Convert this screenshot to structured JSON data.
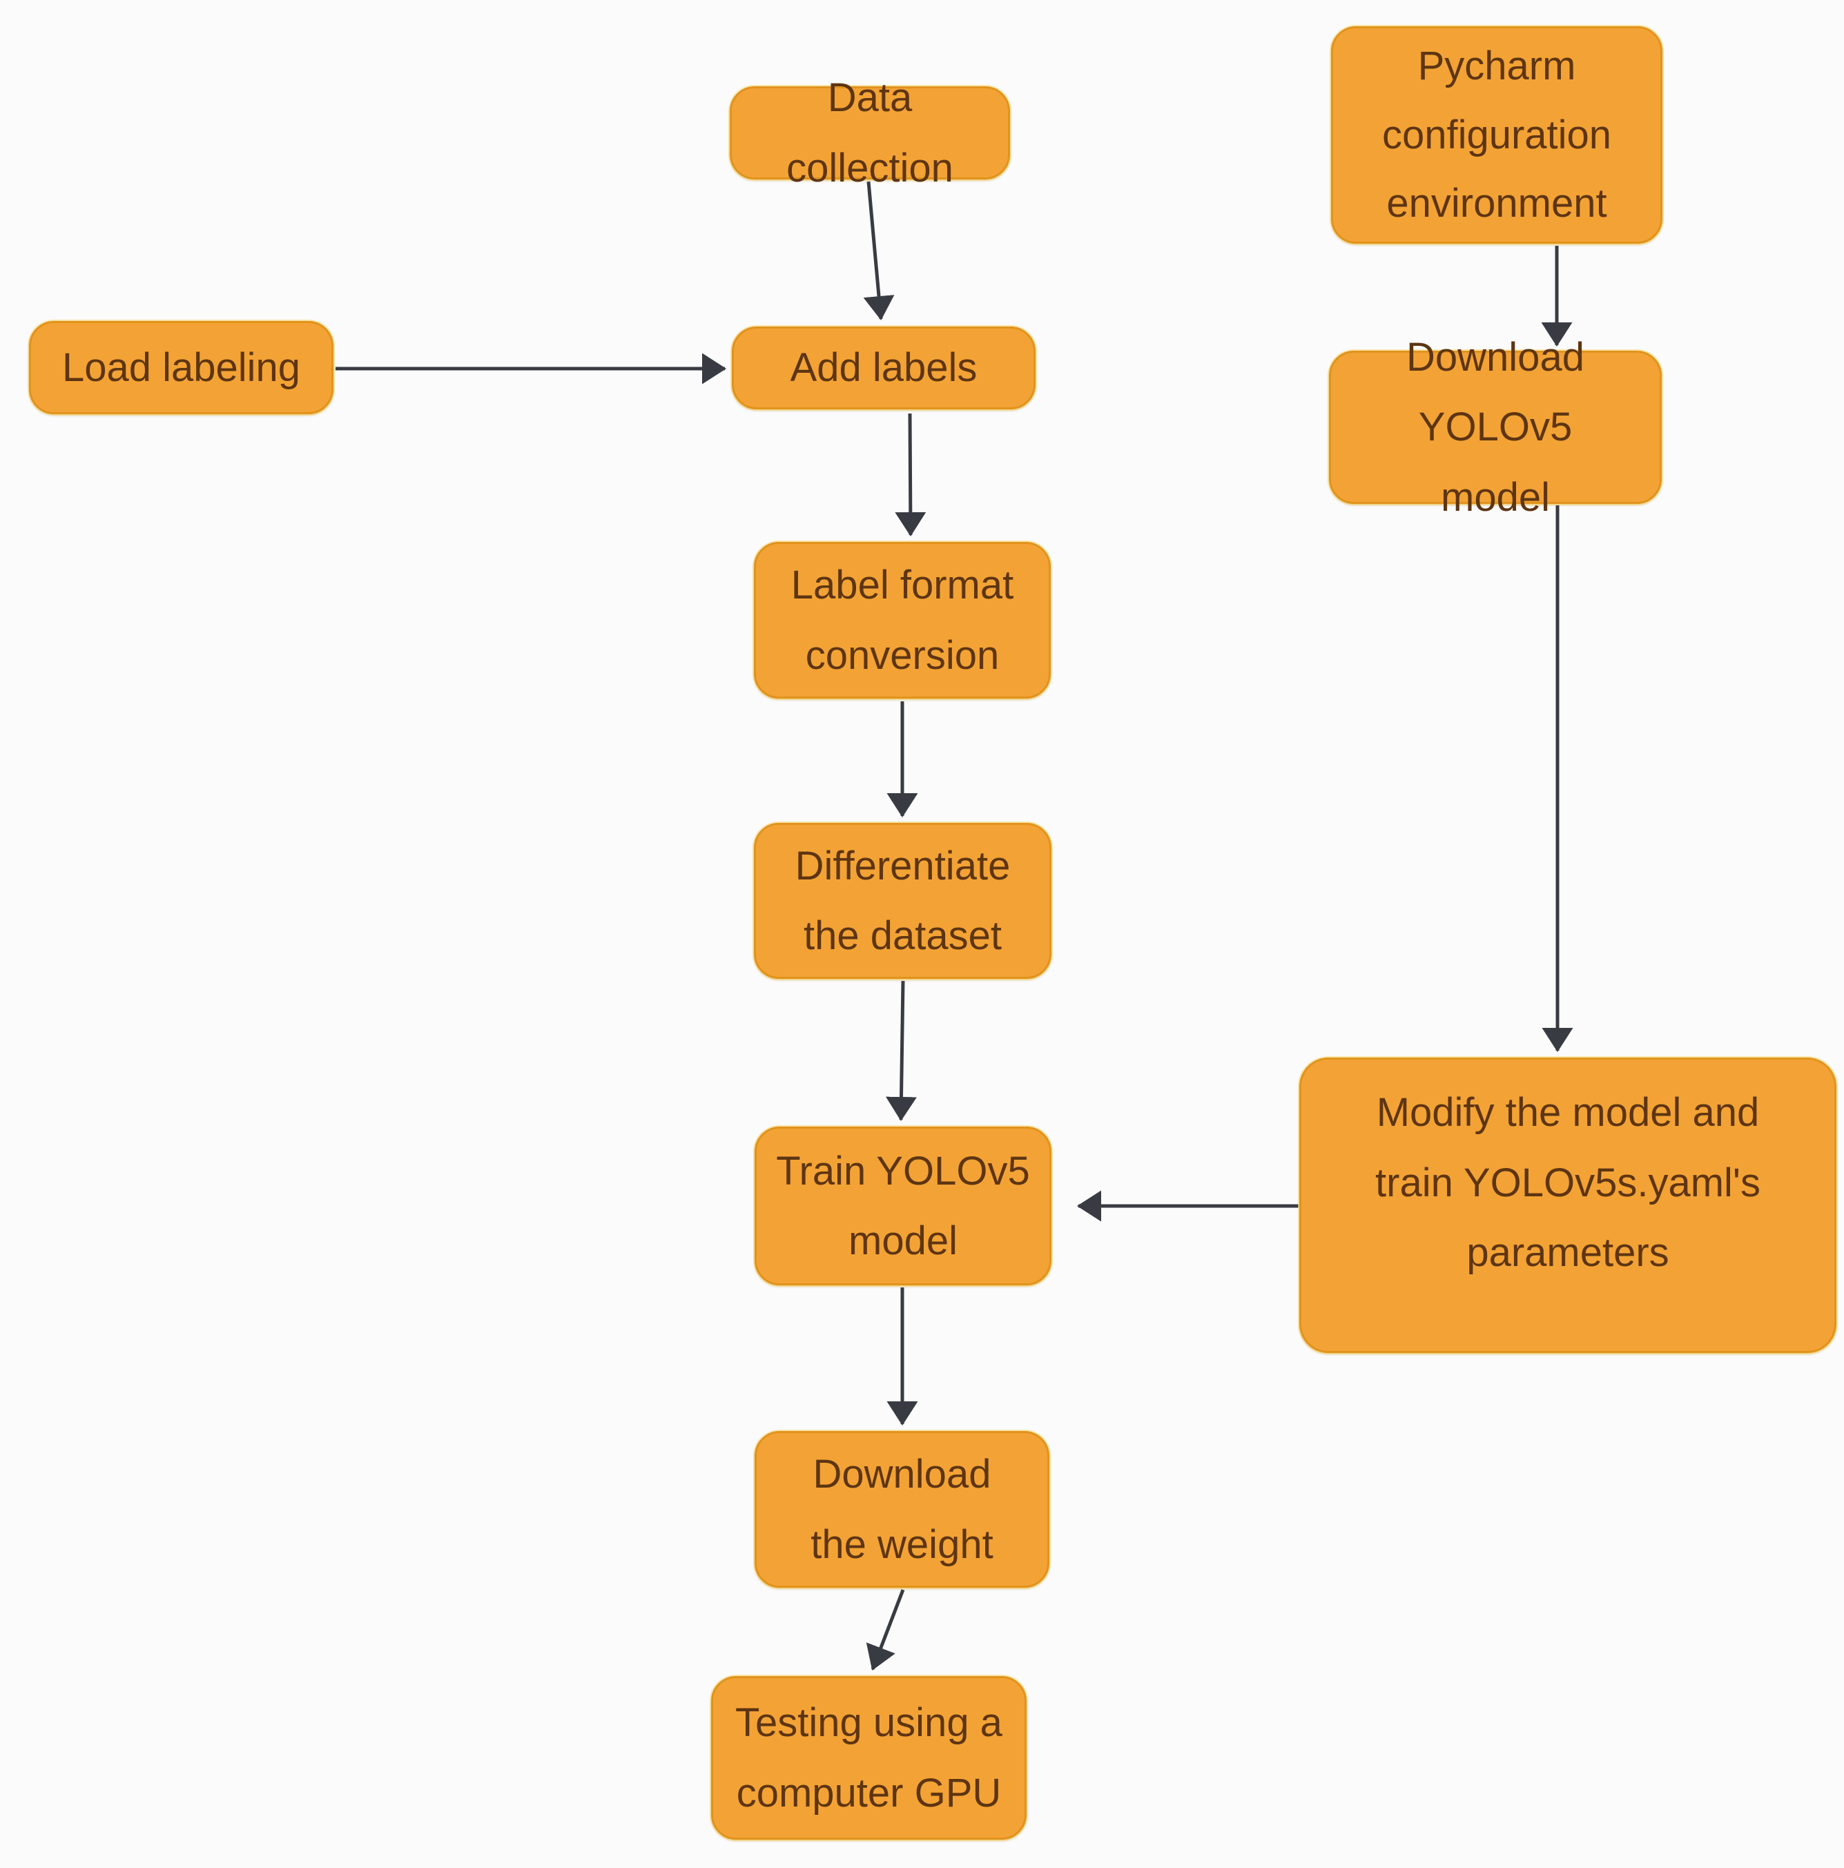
{
  "diagram": {
    "title": "YOLOv5 training flowchart",
    "colors": {
      "bg": "#fbfbfc",
      "node_fill": "#f3a335",
      "node_border": "#e1931d",
      "node_glow": "#f8d468",
      "node_text": "#5e3512",
      "arrow_color": "#383c42"
    },
    "nodes": [
      {
        "id": "data-collection",
        "label": "Data collection"
      },
      {
        "id": "pycharm-config",
        "label": "Pycharm\nconfiguration\nenvironment"
      },
      {
        "id": "load-labeling",
        "label": "Load labeling"
      },
      {
        "id": "add-labels",
        "label": "Add labels"
      },
      {
        "id": "label-format-conversion",
        "label": "Label format\nconversion"
      },
      {
        "id": "download-yolov5-model",
        "label": "Download YOLOv5\nmodel"
      },
      {
        "id": "differentiate-dataset",
        "label": "Differentiate\nthe dataset"
      },
      {
        "id": "train-yolov5-model",
        "label": "Train YOLOv5\nmodel"
      },
      {
        "id": "modify-model",
        "label": "Modify the model and\ntrain YOLOv5s.yaml's\nparameters"
      },
      {
        "id": "download-weight",
        "label": "Download\nthe weight"
      },
      {
        "id": "testing-gpu",
        "label": "Testing using a\ncomputer GPU"
      }
    ],
    "edges": [
      {
        "from": "data-collection",
        "to": "add-labels"
      },
      {
        "from": "load-labeling",
        "to": "add-labels"
      },
      {
        "from": "add-labels",
        "to": "label-format-conversion"
      },
      {
        "from": "label-format-conversion",
        "to": "differentiate-dataset"
      },
      {
        "from": "differentiate-dataset",
        "to": "train-yolov5-model"
      },
      {
        "from": "pycharm-config",
        "to": "download-yolov5-model"
      },
      {
        "from": "download-yolov5-model",
        "to": "modify-model"
      },
      {
        "from": "modify-model",
        "to": "train-yolov5-model"
      },
      {
        "from": "train-yolov5-model",
        "to": "download-weight"
      },
      {
        "from": "download-weight",
        "to": "testing-gpu"
      }
    ]
  }
}
